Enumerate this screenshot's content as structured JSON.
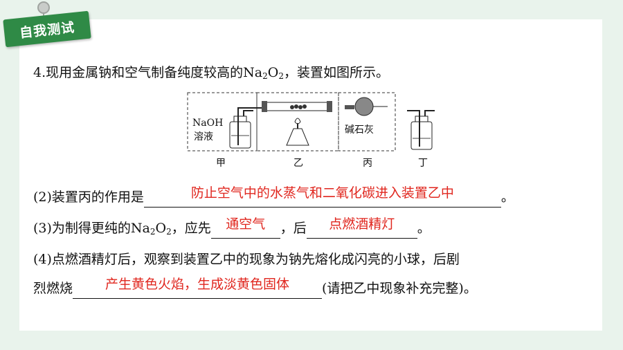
{
  "badge": "自我测试",
  "question": {
    "number": "4.",
    "text_before": "现用金属钠和空气制备纯度较高的Na",
    "sub1": "2",
    "o": "O",
    "sub2": "2",
    "text_after": "，装置如图所示。"
  },
  "apparatus": {
    "reagent_a_line1": "NaOH",
    "reagent_a_line2": "溶液",
    "reagent_c": "碱石灰",
    "labels": [
      "甲",
      "乙",
      "丙",
      "丁"
    ]
  },
  "q2": {
    "prefix": "(2)装置丙的作用是",
    "answer": "防止空气中的水蒸气和二氧化碳进入装置乙中",
    "suffix": "。"
  },
  "q3": {
    "prefix": "(3)为制得更纯的Na",
    "sub1": "2",
    "o": "O",
    "sub2": "2",
    "mid": "，应先",
    "answer1": "通空气",
    "sep": "，后",
    "answer2": "点燃酒精灯",
    "suffix": "。"
  },
  "q4": {
    "line1": "(4)点燃酒精灯后，观察到装置乙中的现象为钠先熔化成闪亮的小球，后剧",
    "prefix": "烈燃烧",
    "answer": "产生黄色火焰，生成淡黄色固体",
    "suffix": "(请把乙中现象补充完整)。"
  }
}
